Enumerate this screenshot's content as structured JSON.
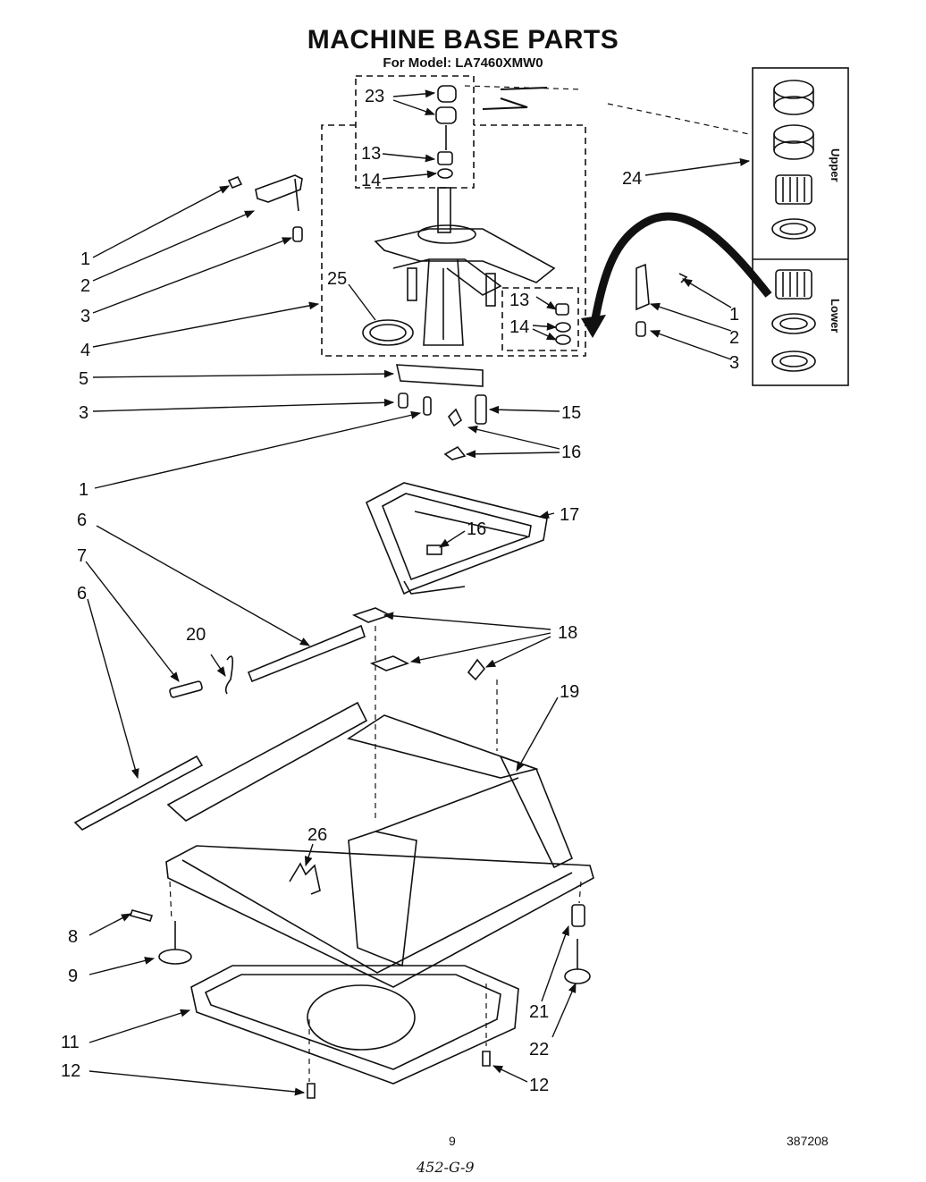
{
  "title": "MACHINE BASE PARTS",
  "subtitle": "For Model: LA7460XMW0",
  "bearing_labels": {
    "upper": "Upper",
    "lower": "Lower"
  },
  "callouts": [
    {
      "id": "c-23",
      "text": "23"
    },
    {
      "id": "c-13a",
      "text": "13"
    },
    {
      "id": "c-14a",
      "text": "14"
    },
    {
      "id": "c-24",
      "text": "24"
    },
    {
      "id": "c-1a",
      "text": "1"
    },
    {
      "id": "c-2a",
      "text": "2"
    },
    {
      "id": "c-3a",
      "text": "3"
    },
    {
      "id": "c-4",
      "text": "4"
    },
    {
      "id": "c-25",
      "text": "25"
    },
    {
      "id": "c-13b",
      "text": "13"
    },
    {
      "id": "c-14b",
      "text": "14"
    },
    {
      "id": "c-1b",
      "text": "1"
    },
    {
      "id": "c-2b",
      "text": "2"
    },
    {
      "id": "c-3b",
      "text": "3"
    },
    {
      "id": "c-5",
      "text": "5"
    },
    {
      "id": "c-3c",
      "text": "3"
    },
    {
      "id": "c-15",
      "text": "15"
    },
    {
      "id": "c-16a",
      "text": "16"
    },
    {
      "id": "c-1c",
      "text": "1"
    },
    {
      "id": "c-17",
      "text": "17"
    },
    {
      "id": "c-16b",
      "text": "16"
    },
    {
      "id": "c-6a",
      "text": "6"
    },
    {
      "id": "c-7",
      "text": "7"
    },
    {
      "id": "c-6b",
      "text": "6"
    },
    {
      "id": "c-20",
      "text": "20"
    },
    {
      "id": "c-18",
      "text": "18"
    },
    {
      "id": "c-19",
      "text": "19"
    },
    {
      "id": "c-26",
      "text": "26"
    },
    {
      "id": "c-8",
      "text": "8"
    },
    {
      "id": "c-9",
      "text": "9"
    },
    {
      "id": "c-21",
      "text": "21"
    },
    {
      "id": "c-22",
      "text": "22"
    },
    {
      "id": "c-11",
      "text": "11"
    },
    {
      "id": "c-12a",
      "text": "12"
    },
    {
      "id": "c-12b",
      "text": "12"
    }
  ],
  "footer": {
    "page_number": "9",
    "doc_number": "387208",
    "handwritten": "452-G-9"
  }
}
